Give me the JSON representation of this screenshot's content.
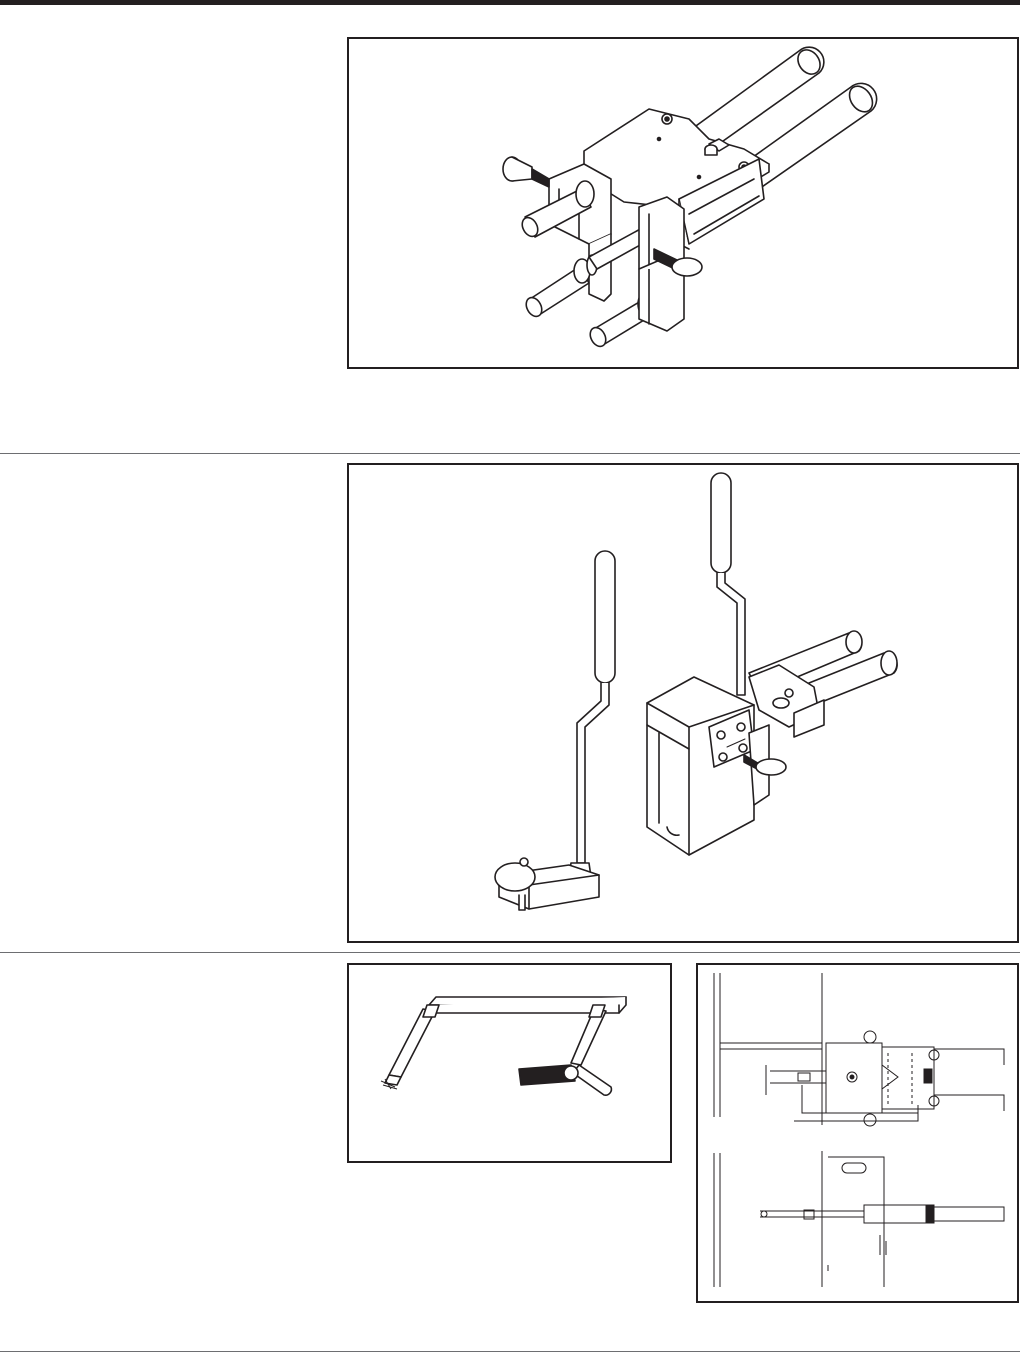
{
  "page": {
    "figures": [
      {
        "icon": "rail-clamp-assembly-illustration"
      },
      {
        "icon": "gauge-arm-and-block-illustration"
      },
      {
        "icon": "rectangular-frame-tool-illustration"
      },
      {
        "icon": "mounting-diagram-illustration"
      }
    ]
  },
  "colors": {
    "line": "#231f20",
    "rule": "#6d6e71",
    "background": "#ffffff"
  }
}
